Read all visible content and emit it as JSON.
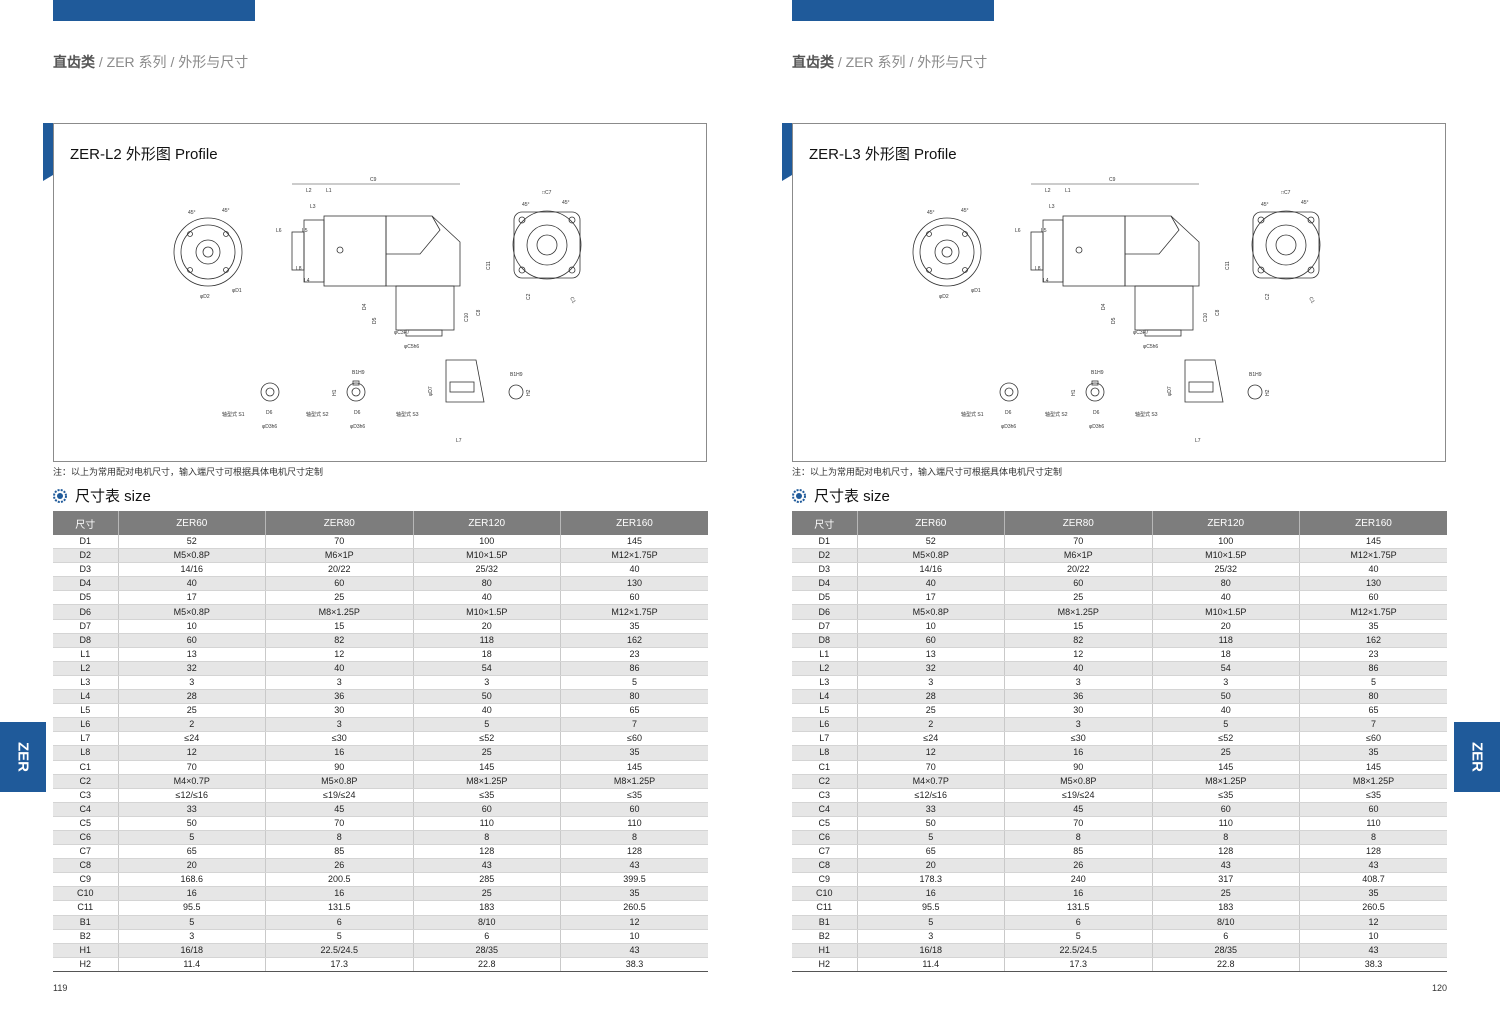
{
  "breadcrumb": {
    "category": "直齿类",
    "sep": " / ",
    "series": "ZER 系列",
    "section": "外形与尺寸"
  },
  "pages": [
    {
      "title": "ZER-L2 外形图 Profile",
      "page_number": "119"
    },
    {
      "title": "ZER-L3 外形图 Profile",
      "page_number": "120"
    }
  ],
  "note": "注：以上为常用配对电机尺寸，输入端尺寸可根据具体电机尺寸定制",
  "size_heading": "尺寸表 size",
  "side_tab": "ZER",
  "drawing_labels": {
    "shaft_s1": "轴型式 S1",
    "shaft_s2": "轴型式 S2",
    "shaft_s3": "轴型式 S3",
    "c9": "C9",
    "c7": "□C7",
    "l1": "L1",
    "l2": "L2",
    "l3": "L3",
    "l4": "L4",
    "l5": "L5",
    "l6": "L6",
    "l7": "L7",
    "l8": "L8",
    "c11": "C11",
    "c3": "φC3F7",
    "c5": "φC5h6",
    "d2": "φD2",
    "d1": "φD1",
    "angle45": "45°",
    "b1": "B1H9",
    "h1": "H1",
    "h2": "H2",
    "d6": "D6",
    "d3": "φD3h6",
    "d7": "φD7",
    "c1": "C1",
    "c2": "C2",
    "d4": "D4",
    "d5": "D5",
    "c10": "C10",
    "c8": "C8"
  },
  "table": {
    "headers": [
      "尺寸",
      "ZER60",
      "ZER80",
      "ZER120",
      "ZER160"
    ],
    "rows_left": [
      [
        "D1",
        "52",
        "70",
        "100",
        "145"
      ],
      [
        "D2",
        "M5×0.8P",
        "M6×1P",
        "M10×1.5P",
        "M12×1.75P"
      ],
      [
        "D3",
        "14/16",
        "20/22",
        "25/32",
        "40"
      ],
      [
        "D4",
        "40",
        "60",
        "80",
        "130"
      ],
      [
        "D5",
        "17",
        "25",
        "40",
        "60"
      ],
      [
        "D6",
        "M5×0.8P",
        "M8×1.25P",
        "M10×1.5P",
        "M12×1.75P"
      ],
      [
        "D7",
        "10",
        "15",
        "20",
        "35"
      ],
      [
        "D8",
        "60",
        "82",
        "118",
        "162"
      ],
      [
        "L1",
        "13",
        "12",
        "18",
        "23"
      ],
      [
        "L2",
        "32",
        "40",
        "54",
        "86"
      ],
      [
        "L3",
        "3",
        "3",
        "3",
        "5"
      ],
      [
        "L4",
        "28",
        "36",
        "50",
        "80"
      ],
      [
        "L5",
        "25",
        "30",
        "40",
        "65"
      ],
      [
        "L6",
        "2",
        "3",
        "5",
        "7"
      ],
      [
        "L7",
        "≤24",
        "≤30",
        "≤52",
        "≤60"
      ],
      [
        "L8",
        "12",
        "16",
        "25",
        "35"
      ],
      [
        "C1",
        "70",
        "90",
        "145",
        "145"
      ],
      [
        "C2",
        "M4×0.7P",
        "M5×0.8P",
        "M8×1.25P",
        "M8×1.25P"
      ],
      [
        "C3",
        "≤12/≤16",
        "≤19/≤24",
        "≤35",
        "≤35"
      ],
      [
        "C4",
        "33",
        "45",
        "60",
        "60"
      ],
      [
        "C5",
        "50",
        "70",
        "110",
        "110"
      ],
      [
        "C6",
        "5",
        "8",
        "8",
        "8"
      ],
      [
        "C7",
        "65",
        "85",
        "128",
        "128"
      ],
      [
        "C8",
        "20",
        "26",
        "43",
        "43"
      ],
      [
        "C9",
        "168.6",
        "200.5",
        "285",
        "399.5"
      ],
      [
        "C10",
        "16",
        "16",
        "25",
        "35"
      ],
      [
        "C11",
        "95.5",
        "131.5",
        "183",
        "260.5"
      ],
      [
        "B1",
        "5",
        "6",
        "8/10",
        "12"
      ],
      [
        "B2",
        "3",
        "5",
        "6",
        "10"
      ],
      [
        "H1",
        "16/18",
        "22.5/24.5",
        "28/35",
        "43"
      ],
      [
        "H2",
        "11.4",
        "17.3",
        "22.8",
        "38.3"
      ]
    ],
    "rows_right": [
      [
        "D1",
        "52",
        "70",
        "100",
        "145"
      ],
      [
        "D2",
        "M5×0.8P",
        "M6×1P",
        "M10×1.5P",
        "M12×1.75P"
      ],
      [
        "D3",
        "14/16",
        "20/22",
        "25/32",
        "40"
      ],
      [
        "D4",
        "40",
        "60",
        "80",
        "130"
      ],
      [
        "D5",
        "17",
        "25",
        "40",
        "60"
      ],
      [
        "D6",
        "M5×0.8P",
        "M8×1.25P",
        "M10×1.5P",
        "M12×1.75P"
      ],
      [
        "D7",
        "10",
        "15",
        "20",
        "35"
      ],
      [
        "D8",
        "60",
        "82",
        "118",
        "162"
      ],
      [
        "L1",
        "13",
        "12",
        "18",
        "23"
      ],
      [
        "L2",
        "32",
        "40",
        "54",
        "86"
      ],
      [
        "L3",
        "3",
        "3",
        "3",
        "5"
      ],
      [
        "L4",
        "28",
        "36",
        "50",
        "80"
      ],
      [
        "L5",
        "25",
        "30",
        "40",
        "65"
      ],
      [
        "L6",
        "2",
        "3",
        "5",
        "7"
      ],
      [
        "L7",
        "≤24",
        "≤30",
        "≤52",
        "≤60"
      ],
      [
        "L8",
        "12",
        "16",
        "25",
        "35"
      ],
      [
        "C1",
        "70",
        "90",
        "145",
        "145"
      ],
      [
        "C2",
        "M4×0.7P",
        "M5×0.8P",
        "M8×1.25P",
        "M8×1.25P"
      ],
      [
        "C3",
        "≤12/≤16",
        "≤19/≤24",
        "≤35",
        "≤35"
      ],
      [
        "C4",
        "33",
        "45",
        "60",
        "60"
      ],
      [
        "C5",
        "50",
        "70",
        "110",
        "110"
      ],
      [
        "C6",
        "5",
        "8",
        "8",
        "8"
      ],
      [
        "C7",
        "65",
        "85",
        "128",
        "128"
      ],
      [
        "C8",
        "20",
        "26",
        "43",
        "43"
      ],
      [
        "C9",
        "178.3",
        "240",
        "317",
        "408.7"
      ],
      [
        "C10",
        "16",
        "16",
        "25",
        "35"
      ],
      [
        "C11",
        "95.5",
        "131.5",
        "183",
        "260.5"
      ],
      [
        "B1",
        "5",
        "6",
        "8/10",
        "12"
      ],
      [
        "B2",
        "3",
        "5",
        "6",
        "10"
      ],
      [
        "H1",
        "16/18",
        "22.5/24.5",
        "28/35",
        "43"
      ],
      [
        "H2",
        "11.4",
        "17.3",
        "22.8",
        "38.3"
      ]
    ]
  }
}
